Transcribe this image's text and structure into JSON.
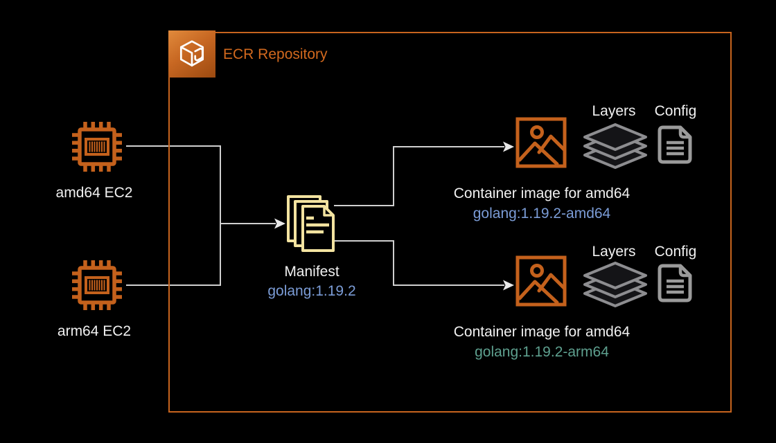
{
  "diagram": {
    "title": "ECR Repository",
    "sources": [
      {
        "label": "amd64 EC2"
      },
      {
        "label": "arm64 EC2"
      }
    ],
    "manifest": {
      "label": "Manifest",
      "tag": "golang:1.19.2"
    },
    "images": [
      {
        "label": "Container image for amd64",
        "tag": "golang:1.19.2-amd64",
        "layers_label": "Layers",
        "config_label": "Config"
      },
      {
        "label": "Container image for amd64",
        "tag": "golang:1.19.2-arm64",
        "layers_label": "Layers",
        "config_label": "Config"
      }
    ],
    "colors": {
      "background": "#000000",
      "accent_orange": "#C4611C",
      "box_border_orange": "#C7641E",
      "title_orange": "#D2691E",
      "tag_blue": "#7B9CD6",
      "tag_green": "#5EA08F",
      "text_white": "#F1F1F1",
      "connector_gray": "#D0D0D0",
      "arrowhead_light": "#E8E8E8",
      "icon_gray": "#9B9B9B",
      "layers_fill_dark": "#141417",
      "manifest_tan": "#F3E3A0"
    }
  }
}
